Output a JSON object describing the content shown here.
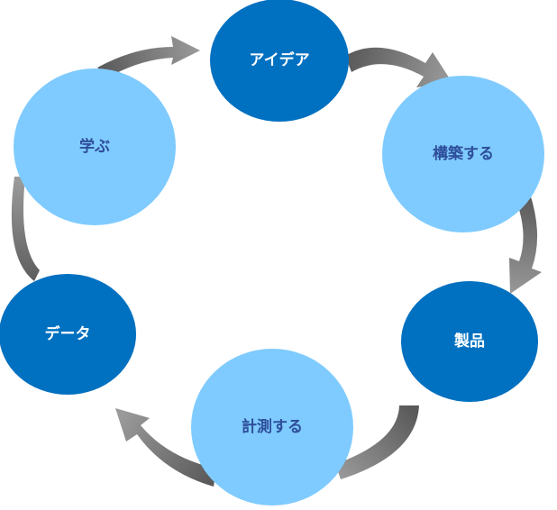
{
  "diagram": {
    "type": "cycle",
    "colors": {
      "dark_node": "#0070C0",
      "light_node": "#7FCBFF",
      "dark_text": "#FFFFFF",
      "light_text": "#2E4E9A",
      "arrow_dark": "#595959",
      "arrow_light": "#9A9A9A"
    },
    "nodes": [
      {
        "id": "idea",
        "label": "アイデア",
        "style": "dark"
      },
      {
        "id": "build",
        "label": "構築する",
        "style": "light"
      },
      {
        "id": "product",
        "label": "製品",
        "style": "dark"
      },
      {
        "id": "measure",
        "label": "計測する",
        "style": "light"
      },
      {
        "id": "data",
        "label": "データ",
        "style": "dark"
      },
      {
        "id": "learn",
        "label": "学ぶ",
        "style": "light"
      }
    ],
    "edges": [
      {
        "from": "idea",
        "to": "build"
      },
      {
        "from": "build",
        "to": "product"
      },
      {
        "from": "product",
        "to": "measure"
      },
      {
        "from": "measure",
        "to": "data"
      },
      {
        "from": "data",
        "to": "learn"
      },
      {
        "from": "learn",
        "to": "idea"
      }
    ]
  }
}
